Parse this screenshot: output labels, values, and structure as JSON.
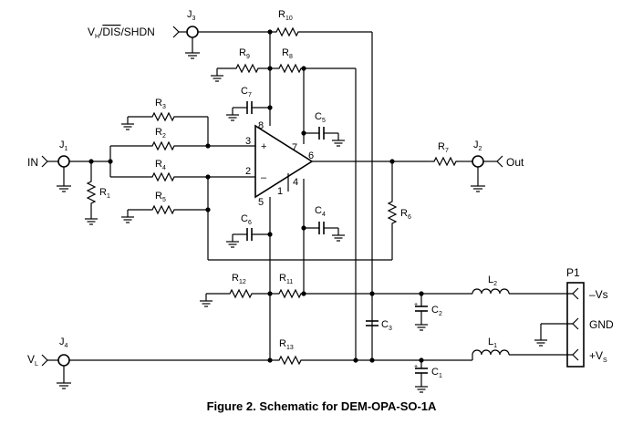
{
  "caption": "Figure 2. Schematic for DEM-OPA-SO-1A",
  "labels": {
    "in": "IN",
    "out": "Out",
    "vh_prefix": "V",
    "vh_sub": "H",
    "vh_slash1": "/",
    "vh_dis": "DIS",
    "vh_suffix": "/SHDN",
    "vl": "V",
    "vl_sub": "L",
    "neg_supply": "–Vs",
    "gnd": "GND",
    "pos_supply_prefix": "+V",
    "pos_supply_sub": "S",
    "p1": "P1"
  },
  "components": {
    "j3": [
      "J",
      "3"
    ],
    "j1": [
      "J",
      "1"
    ],
    "j2": [
      "J",
      "2"
    ],
    "j4": [
      "J",
      "4"
    ],
    "r10": [
      "R",
      "10"
    ],
    "r9": [
      "R",
      "9"
    ],
    "r8": [
      "R",
      "8"
    ],
    "r3": [
      "R",
      "3"
    ],
    "r2": [
      "R",
      "2"
    ],
    "r4": [
      "R",
      "4"
    ],
    "r5": [
      "R",
      "5"
    ],
    "r1": [
      "R",
      "1"
    ],
    "r7": [
      "R",
      "7"
    ],
    "r6": [
      "R",
      "6"
    ],
    "r12": [
      "R",
      "12"
    ],
    "r11": [
      "R",
      "11"
    ],
    "r13": [
      "R",
      "13"
    ],
    "c7": [
      "C",
      "7"
    ],
    "c5": [
      "C",
      "5"
    ],
    "c6": [
      "C",
      "6"
    ],
    "c4": [
      "C",
      "4"
    ],
    "c3": [
      "C",
      "3"
    ],
    "c2": [
      "C",
      "2"
    ],
    "c1": [
      "C",
      "1"
    ],
    "l2": [
      "L",
      "2"
    ],
    "l1": [
      "L",
      "1"
    ]
  },
  "opamp": {
    "pin8": "8",
    "pin7": "7",
    "pin6": "6",
    "pin3": "3",
    "pin2": "2",
    "pin5": "5",
    "pin1": "1",
    "pin4": "4",
    "plus": "+",
    "minus": "–"
  }
}
